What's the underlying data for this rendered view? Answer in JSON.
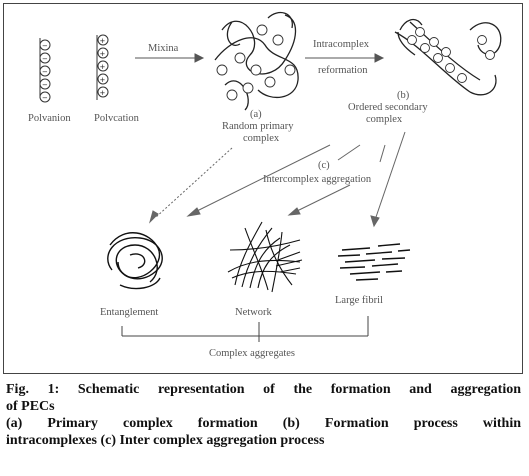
{
  "figure": {
    "labels": {
      "polyanion": "Polvanion",
      "polycation": "Polvcation",
      "mixing": "Mixina",
      "intracomplex": "Intracomplex",
      "reformation": "reformation",
      "a_tag": "(a)",
      "a_text_1": "Random primary",
      "a_text_2": "complex",
      "b_tag": "(b)",
      "b_text_1": "Ordered secondary",
      "b_text_2": "complex",
      "c_tag": "(c)",
      "c_text": "Intercomplex aggregation",
      "entanglement": "Entanglement",
      "network": "Network",
      "large_fibril": "Large fibril",
      "complex_aggregates": "Complex aggregates"
    }
  },
  "caption": {
    "line1": "Fig. 1: Schematic representation of the formation and aggregation",
    "line2": "of PECs",
    "line3": "(a) Primary complex formation (b) Formation process within",
    "line4": "intracomplexes (c) Inter complex aggregation process"
  }
}
